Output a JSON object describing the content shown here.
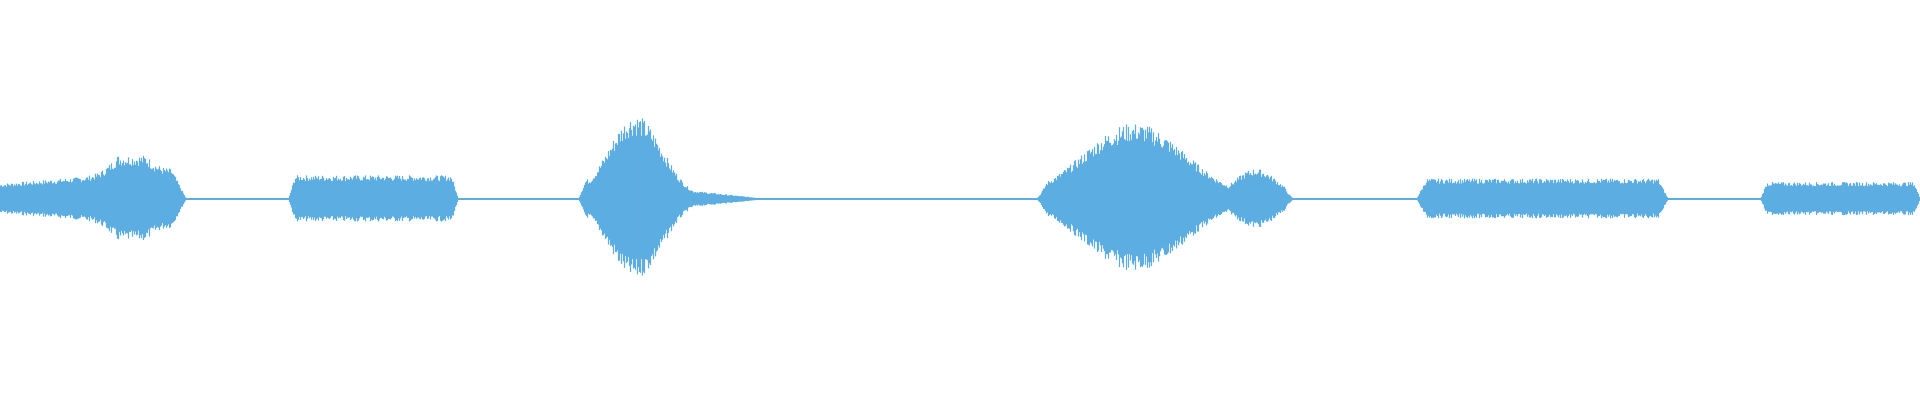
{
  "waveform": {
    "color": "#5dade2",
    "segments": [
      {
        "type": "sound",
        "amplitude": 0.22,
        "shape": "rising-peak-end"
      },
      {
        "type": "silence"
      },
      {
        "type": "sound",
        "amplitude": 0.14,
        "shape": "flat"
      },
      {
        "type": "silence"
      },
      {
        "type": "sound",
        "amplitude": 0.42,
        "shape": "early-peak-decay"
      },
      {
        "type": "silence"
      },
      {
        "type": "sound",
        "amplitude": 0.38,
        "shape": "broad-peak-decay"
      },
      {
        "type": "silence"
      },
      {
        "type": "sound",
        "amplitude": 0.12,
        "shape": "flat"
      },
      {
        "type": "silence"
      },
      {
        "type": "sound",
        "amplitude": 0.1,
        "shape": "flat"
      }
    ]
  }
}
